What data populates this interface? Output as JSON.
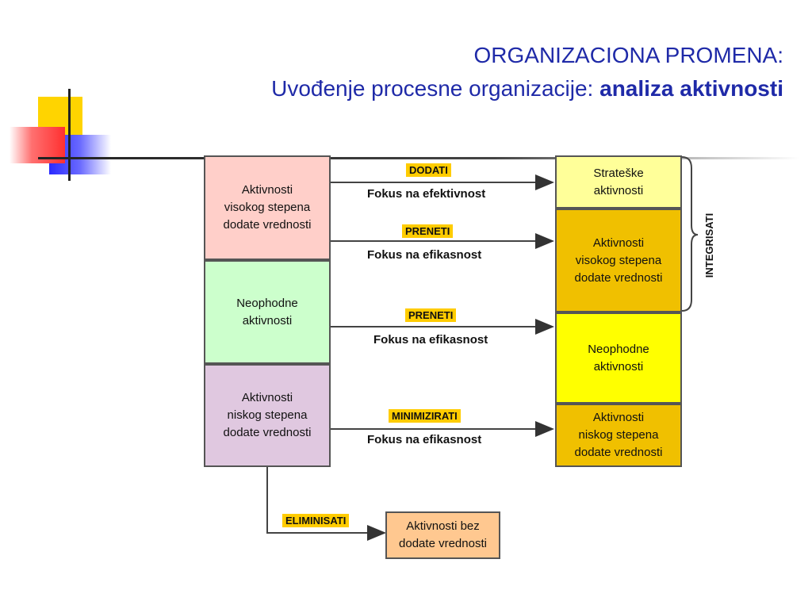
{
  "title": {
    "line1": "ORGANIZACIONA PROMENA:",
    "line2_prefix": "Uvođenje procesne organizacije: ",
    "line2_bold": "analiza aktivnosti"
  },
  "left_boxes": [
    {
      "label": "Aktivnosti\nvisokog stepena\ndodate vrednosti",
      "color": "#ffcfc9"
    },
    {
      "label": "Neophodne\naktivnosti",
      "color": "#ccffcc"
    },
    {
      "label": "Aktivnosti\nniskog stepena\ndodate vrednosti",
      "color": "#e0c8e0"
    }
  ],
  "right_boxes": [
    {
      "label": "Strateške\naktivnosti",
      "color": "#ffff99"
    },
    {
      "label": "Aktivnosti\nvisokog stepena\ndodate vrednosti",
      "color": "#f0c000"
    },
    {
      "label": "Neophodne\naktivnosti",
      "color": "#ffff00"
    },
    {
      "label": "Aktivnosti\nniskog stepena\ndodate vrednosti",
      "color": "#f0c000"
    }
  ],
  "bottom_box": {
    "label": "Aktivnosti bez\ndodate vrednosti",
    "color": "#ffc890"
  },
  "flows": [
    {
      "tag": "DODATI",
      "focus": "Fokus na efektivnost"
    },
    {
      "tag": "PRENETI",
      "focus": "Fokus na efikasnost"
    },
    {
      "tag": "PRENETI",
      "focus": "Fokus na efikasnost"
    },
    {
      "tag": "MINIMIZIRATI",
      "focus": "Fokus na efikasnost"
    }
  ],
  "eliminate_tag": "ELIMINISATI",
  "integrate_label": "INTEGRISATI",
  "colors": {
    "title": "#1f2aa8",
    "tag": "#ffcc00"
  }
}
